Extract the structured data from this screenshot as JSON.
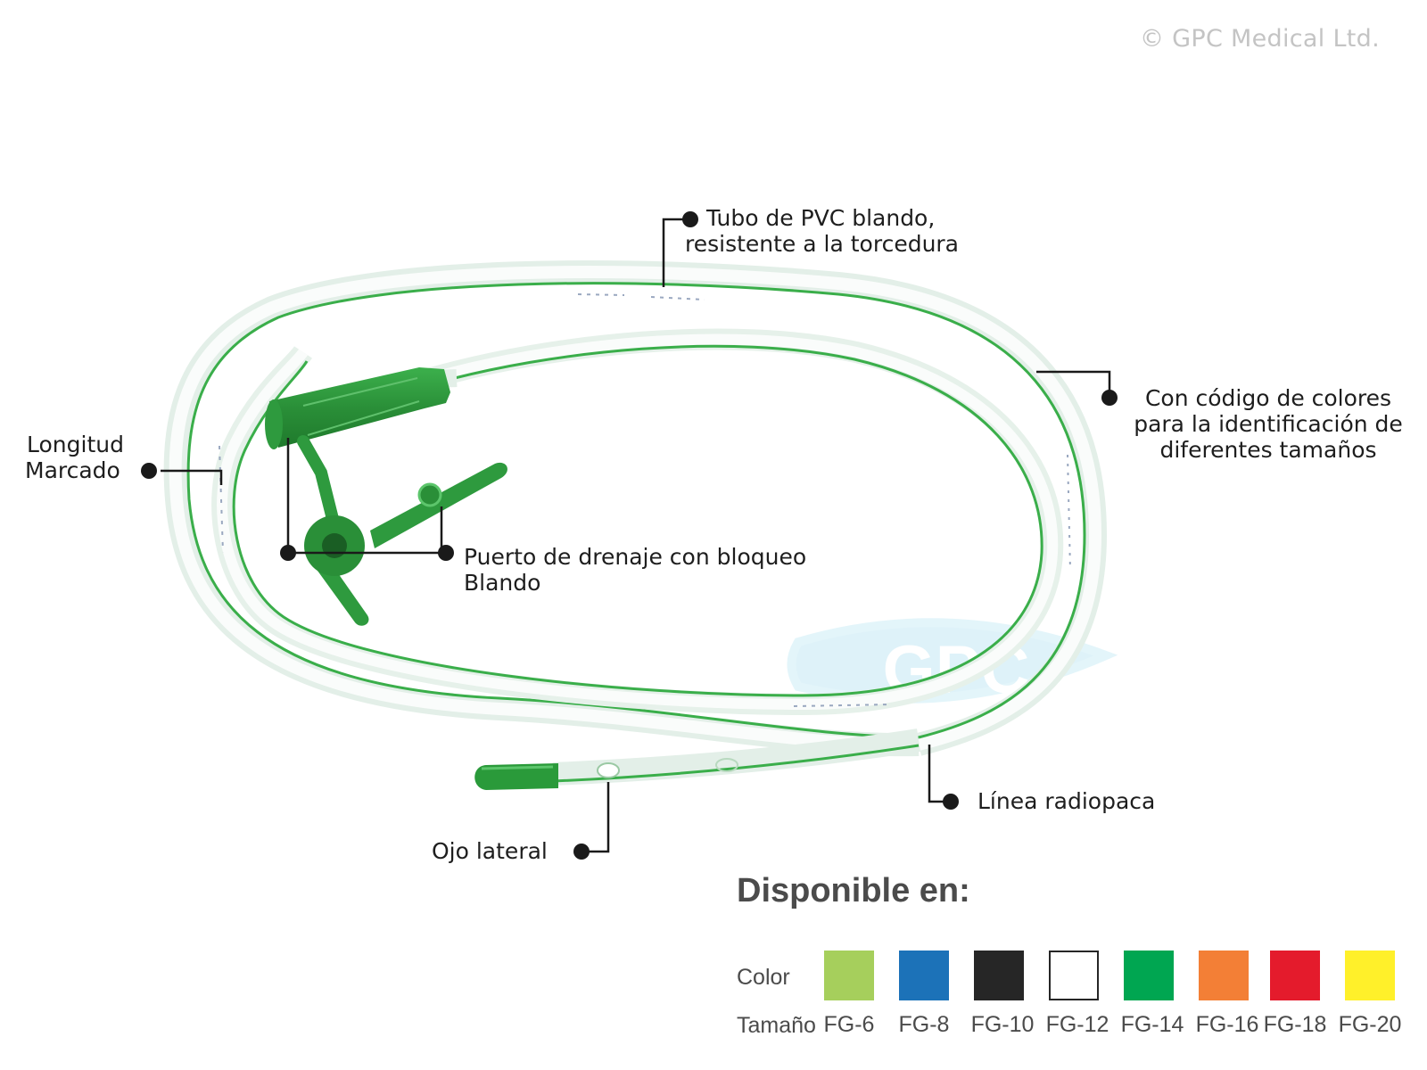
{
  "copyright": "© GPC Medical Ltd.",
  "watermark": "GPC",
  "callouts": {
    "tubo": [
      "Tubo de PVC blando,",
      "resistente a la torcedura"
    ],
    "codigo": [
      "Con código de colores",
      "para la identificación de",
      "diferentes tamaños"
    ],
    "longitud": [
      "Longitud",
      "Marcado"
    ],
    "puerto": [
      "Puerto de drenaje con bloqueo",
      "Blando"
    ],
    "linea": "Línea radiopaca",
    "ojo": "Ojo lateral"
  },
  "available": {
    "title": "Disponible en:",
    "color_label": "Color",
    "size_label": "Tamaño",
    "items": [
      {
        "size": "FG-6",
        "color": "#a6cf5c"
      },
      {
        "size": "FG-8",
        "color": "#1c72b8"
      },
      {
        "size": "FG-10",
        "color": "#262626"
      },
      {
        "size": "FG-12",
        "color": "#ffffff"
      },
      {
        "size": "FG-14",
        "color": "#00a651"
      },
      {
        "size": "FG-16",
        "color": "#f37f36"
      },
      {
        "size": "FG-18",
        "color": "#e41b2c"
      },
      {
        "size": "FG-20",
        "color": "#fff02a"
      }
    ]
  },
  "colors": {
    "tube_green": "#3aae4a",
    "connector_green": "#2e9a3e",
    "text": "#1e1e1e"
  }
}
